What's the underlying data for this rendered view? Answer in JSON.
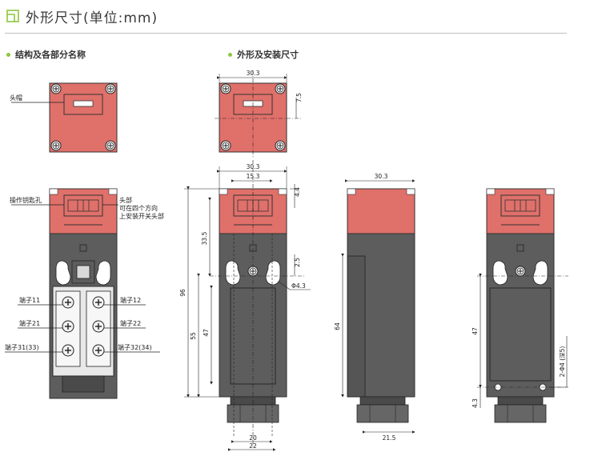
{
  "header": {
    "title": "外形尺寸(单位:mm)"
  },
  "sections": {
    "parts": "结构及各部分名称",
    "mount": "外形及安装尺寸"
  },
  "parts_labels": {
    "head_cap": "头帽",
    "key_hole": "操作钥匙孔",
    "head_note_1": "头部",
    "head_note_2": "可在四个方向",
    "head_note_3": "上安装开关头部",
    "t11": "端子11",
    "t21": "端子21",
    "t31": "端子31(33)",
    "t12": "端子12",
    "t22": "端子22",
    "t32": "端子32(34)"
  },
  "dims": {
    "top_w": "30.3",
    "top_h": "7.5",
    "front_w": "30.3",
    "front_slot": "15.3",
    "front_d1": "4.4",
    "front_d2": "33.5",
    "front_d3": "2.5",
    "hole": "Φ4.3",
    "front_total": "96",
    "front_55": "55",
    "front_47": "47",
    "bottom_20": "20",
    "bottom_22": "22",
    "side_w": "30.3",
    "side_64": "64",
    "side_21_5": "21.5",
    "back_47": "47",
    "back_4_3": "4.3",
    "back_holes": "2-Φ4 (深5)"
  },
  "colors": {
    "head": "#e0706a",
    "body": "#5d5d5d",
    "accent": "#8dc63f"
  }
}
